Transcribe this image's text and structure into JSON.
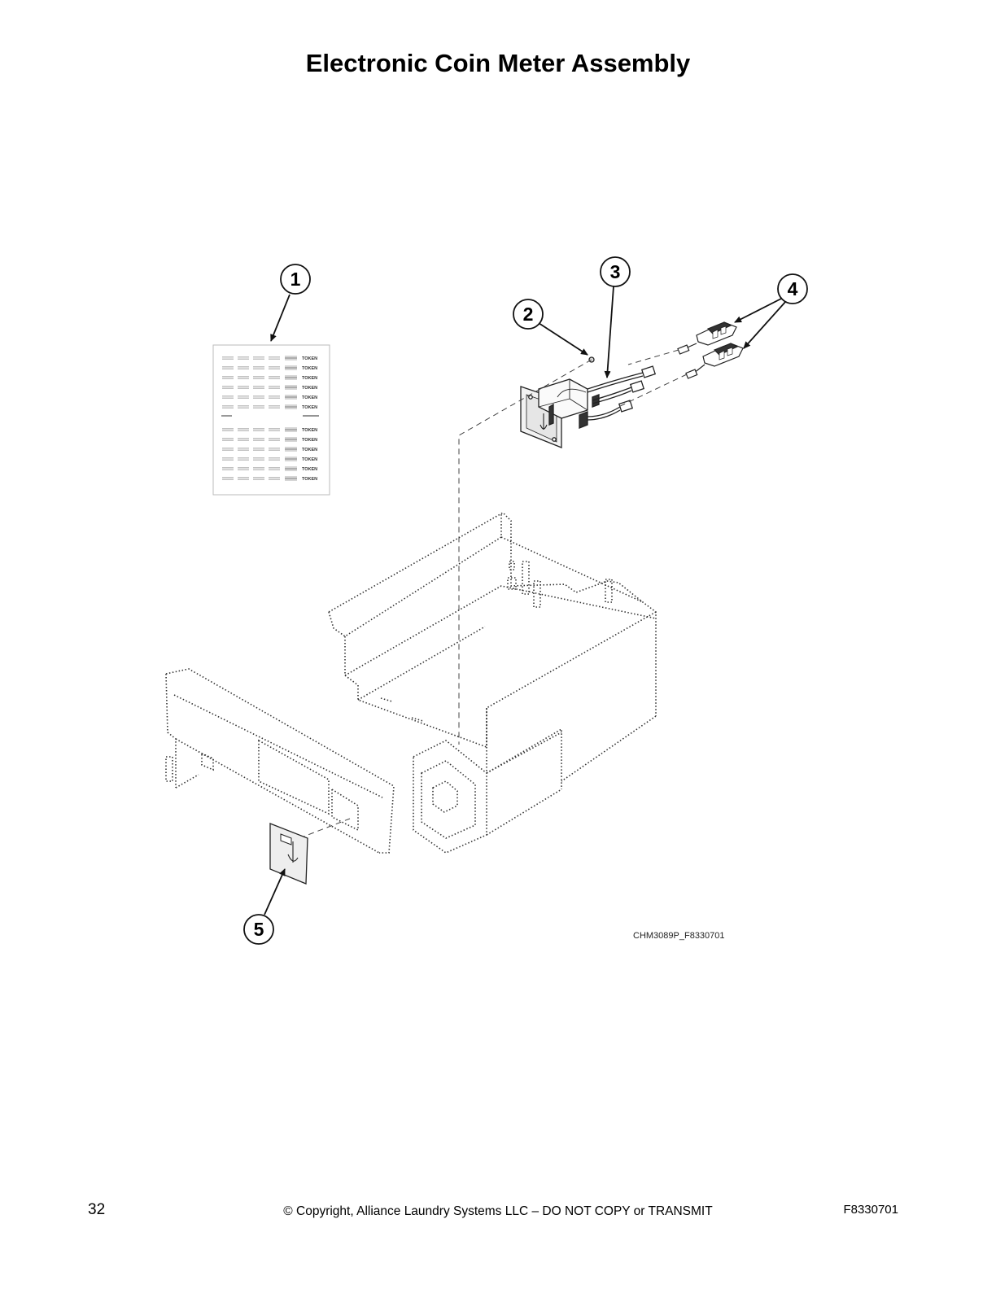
{
  "page": {
    "title": "Electronic Coin Meter Assembly",
    "figure_id": "CHM3089P_F8330701",
    "page_number": "32",
    "copyright": "© Copyright, Alliance Laundry Systems LLC – DO NOT COPY or TRANSMIT",
    "document_number": "F8330701"
  },
  "callouts": [
    "1",
    "2",
    "3",
    "4",
    "5"
  ],
  "decal": {
    "token_label": "TOKEN"
  }
}
